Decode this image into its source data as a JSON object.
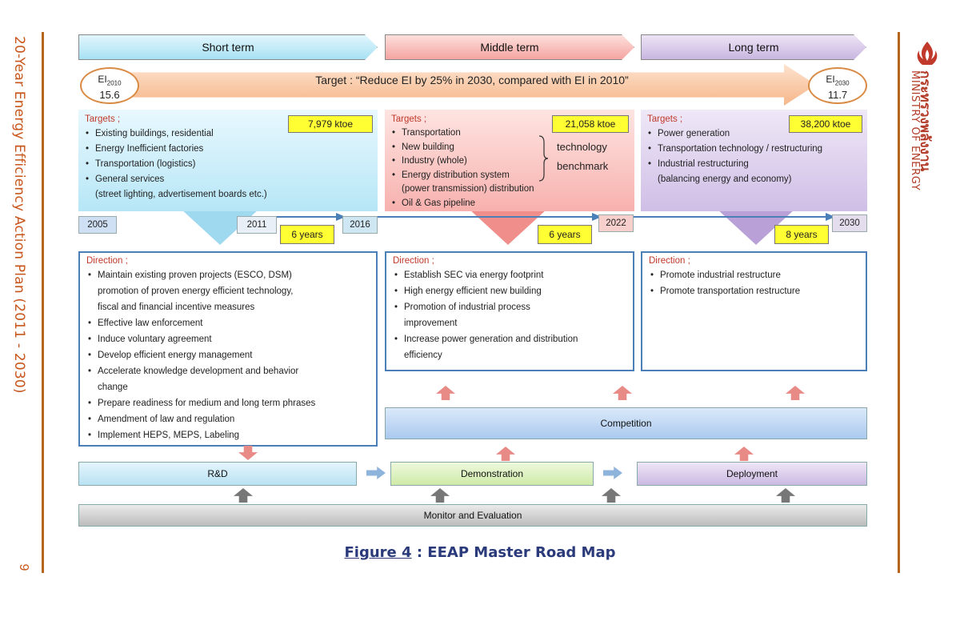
{
  "sidebar": {
    "title": "20-Year Energy Efficiency Action Plan (2011 - 2030)",
    "page_number": "9"
  },
  "ministry": {
    "thai_name": "กระทรวงพลังงาน",
    "english_name": "MINISTRY OF ENERGY"
  },
  "terms": {
    "short": "Short term",
    "middle": "Middle term",
    "long": "Long term"
  },
  "target": {
    "text": "Target : “Reduce EI by 25% in 2030, compared with EI in 2010”",
    "ei_start_label": "EI",
    "ei_start_sub": "2010",
    "ei_start_value": "15.6",
    "ei_end_label": "EI",
    "ei_end_sub": "2030",
    "ei_end_value": "11.7"
  },
  "targets_short": {
    "title": "Targets ;",
    "ktoe": "7,979 ktoe",
    "items": [
      "Existing buildings, residential",
      "Energy Inefficient factories",
      "Transportation (logistics)",
      "General services",
      "(street lighting, advertisement boards etc.)"
    ]
  },
  "targets_middle": {
    "title": "Targets ;",
    "ktoe": "21,058 ktoe",
    "items": [
      "Transportation",
      "New building",
      "Industry (whole)",
      "Energy distribution system",
      "(power transmission) distribution",
      "Oil & Gas pipeline"
    ],
    "tech_line1": "technology",
    "tech_line2": "benchmark"
  },
  "targets_long": {
    "title": "Targets ;",
    "ktoe": "38,200 ktoe",
    "items": [
      "Power generation",
      "Transportation technology / restructuring",
      "Industrial restructuring",
      "(balancing energy and economy)"
    ]
  },
  "timeline": {
    "y2005": "2005",
    "y2011": "2011",
    "y2016": "2016",
    "y2022": "2022",
    "y2030": "2030",
    "span_short": "6 years",
    "span_middle": "6 years",
    "span_long": "8 years"
  },
  "direction_short": {
    "title": "Direction ;",
    "items": [
      "Maintain existing proven projects (ESCO, DSM)",
      "promotion of proven energy efficient technology,",
      "fiscal and financial incentive measures",
      "Effective law enforcement",
      "Induce voluntary agreement",
      "Develop efficient energy management",
      "Accelerate knowledge development and behavior",
      "change",
      "Prepare readiness for medium and long term phrases",
      "Amendment of law and regulation",
      "Implement HEPS, MEPS, Labeling"
    ]
  },
  "direction_middle": {
    "title": "Direction ;",
    "items": [
      "Establish SEC via energy footprint",
      "High energy efficient new building",
      "Promotion of industrial process",
      "improvement",
      "Increase power generation and distribution",
      "efficiency"
    ]
  },
  "direction_long": {
    "title": "Direction ;",
    "items": [
      "Promote industrial restructure",
      "Promote transportation restructure"
    ]
  },
  "bars": {
    "competition": "Competition",
    "rd": "R&D",
    "demonstration": "Demonstration",
    "deployment": "Deployment",
    "monitor": "Monitor and Evaluation"
  },
  "caption": {
    "figure": "Figure 4",
    "text": " : EEAP Master Road Map"
  }
}
